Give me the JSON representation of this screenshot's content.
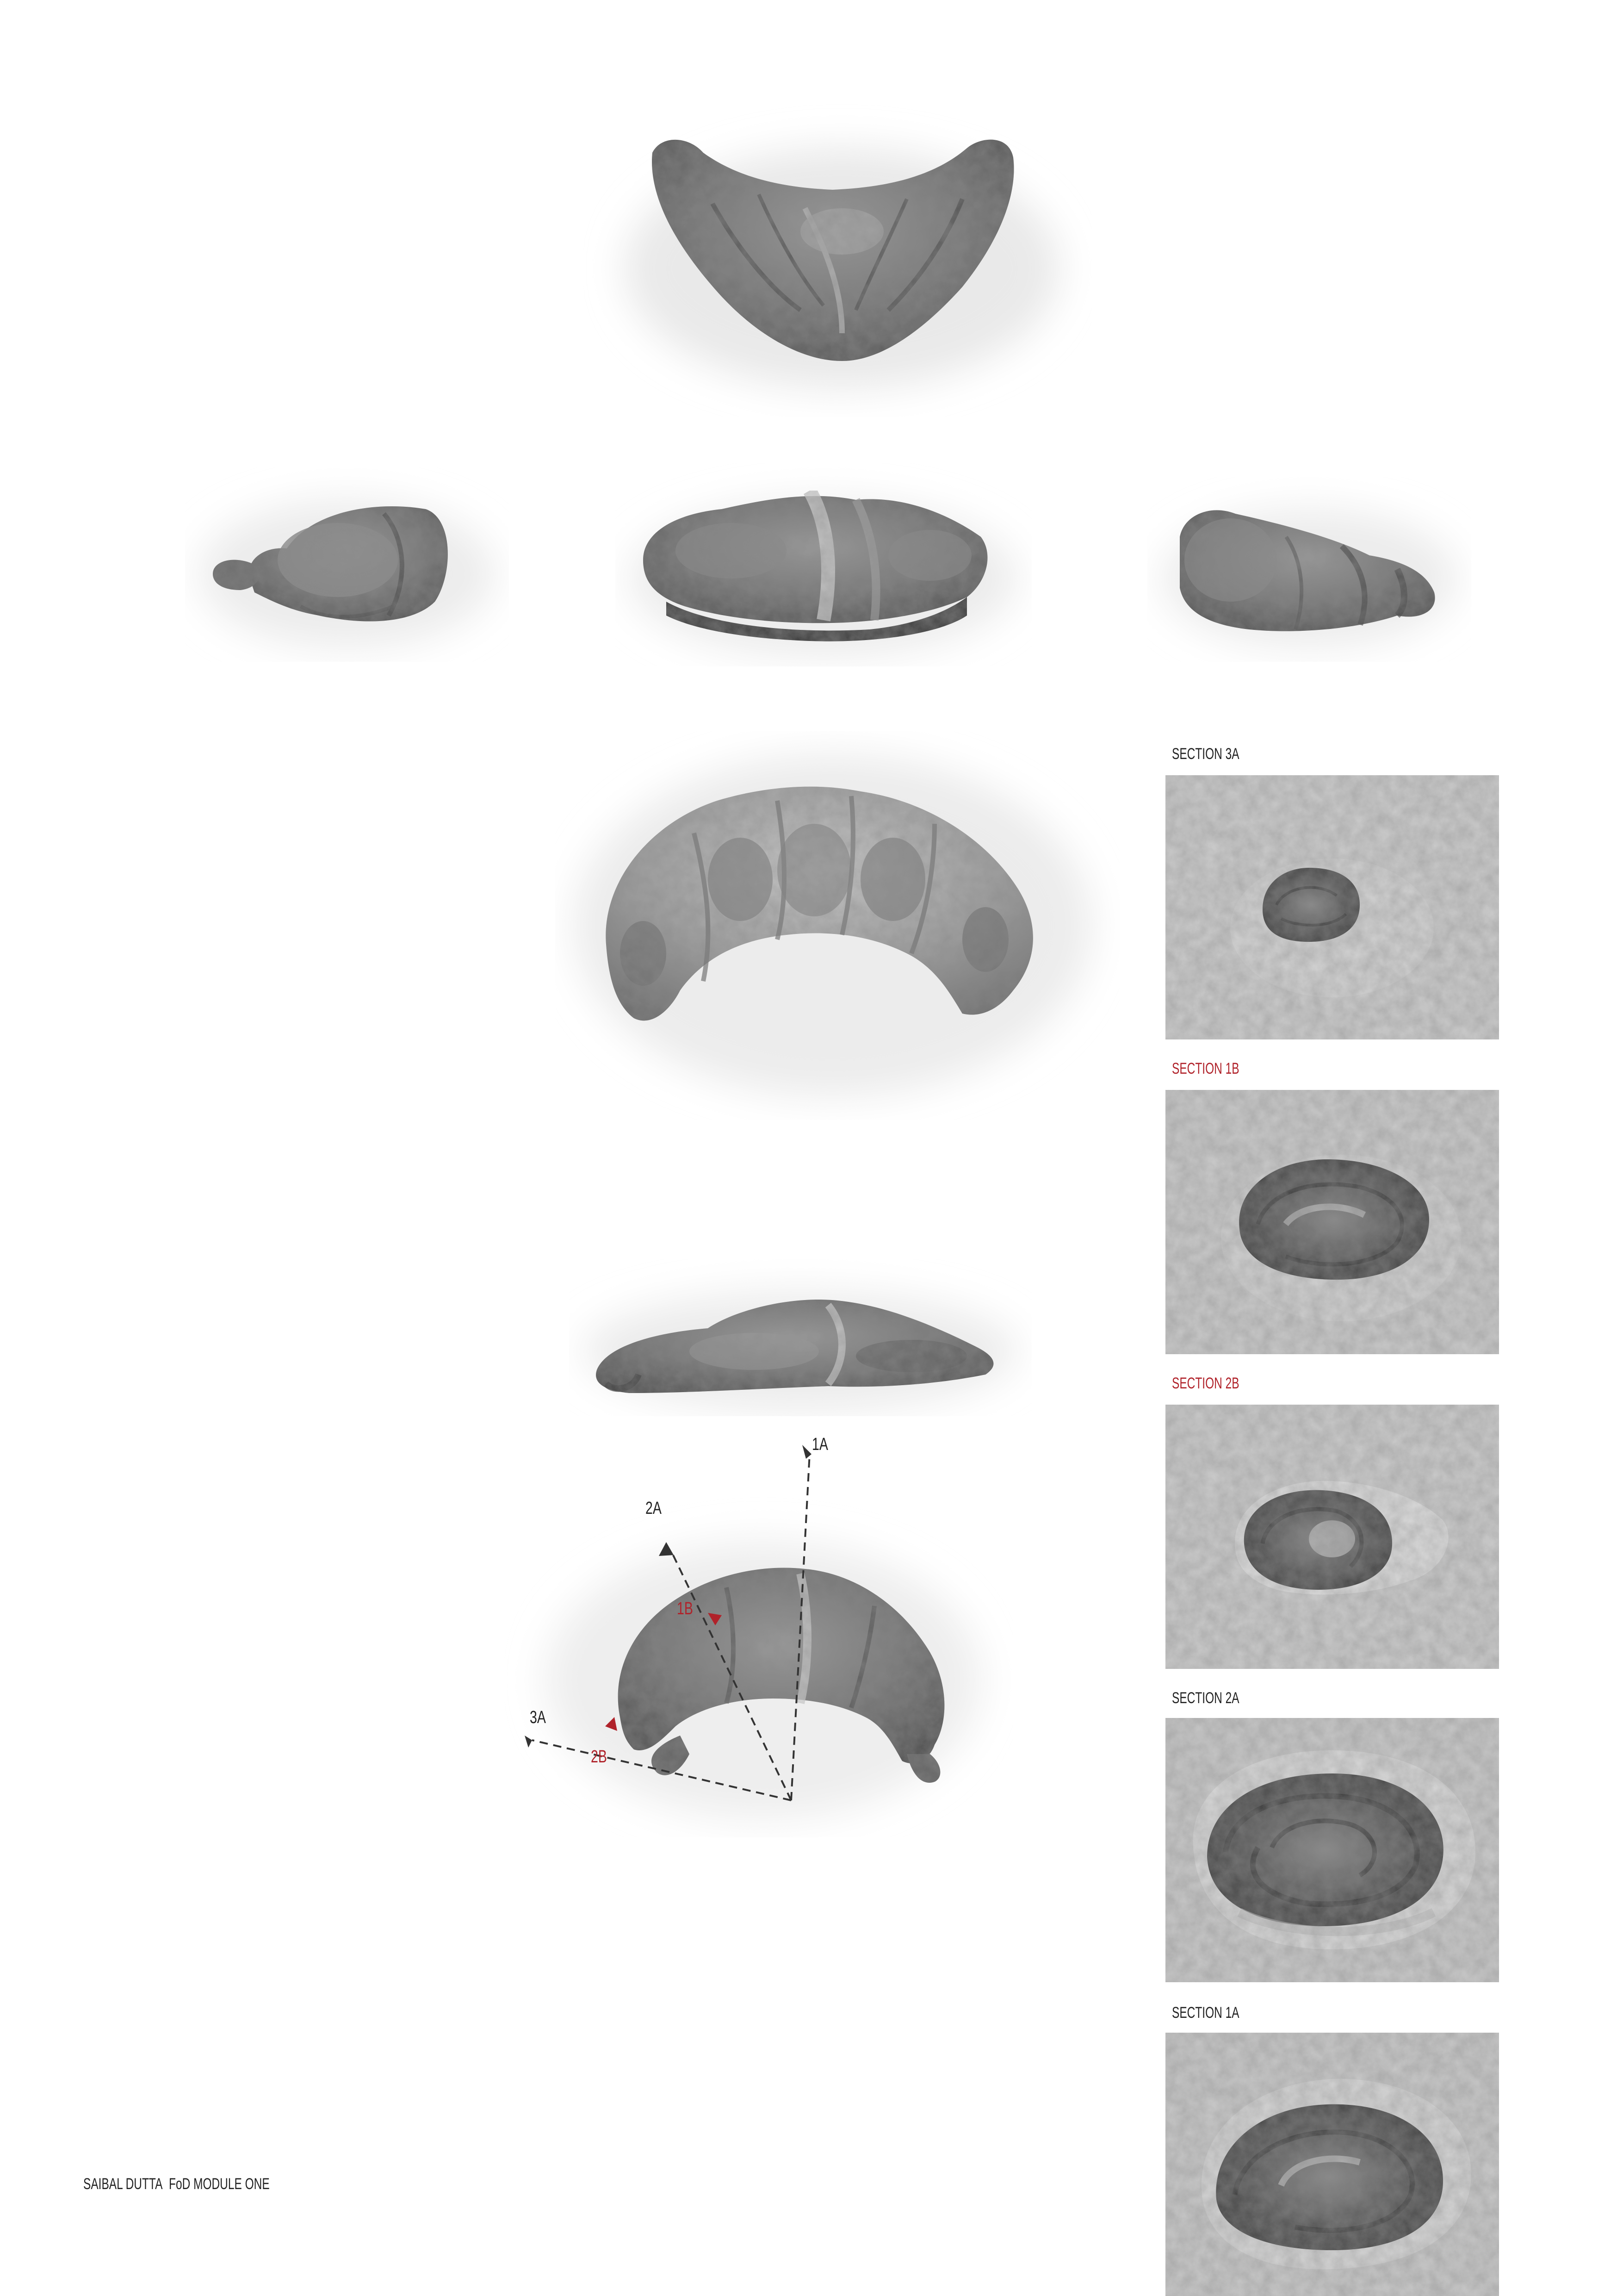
{
  "sections": [
    {
      "label": "SECTION 3A",
      "color": "#222222"
    },
    {
      "label": "SECTION 1B",
      "color": "#b0222a"
    },
    {
      "label": "SECTION 2B",
      "color": "#b0222a"
    },
    {
      "label": "SECTION 2A",
      "color": "#222222"
    },
    {
      "label": "SECTION 1A",
      "color": "#222222"
    }
  ],
  "diagram": {
    "cut_labels": {
      "c1a": "1A",
      "c2a": "2A",
      "c1b": "1B",
      "c3a": "3A",
      "c2b": "2B"
    },
    "accent_color": "#b0222a",
    "line_color": "#333333"
  },
  "footer": {
    "author": "SAIBAL DUTTA",
    "module": "FoD MODULE ONE"
  }
}
